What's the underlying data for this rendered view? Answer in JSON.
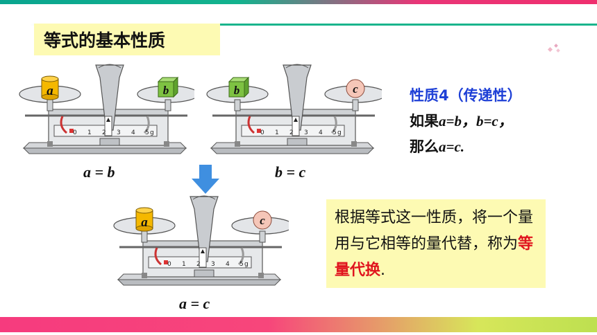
{
  "title": "等式的基本性质",
  "scales": [
    {
      "left_label": "a",
      "right_label": "b",
      "caption": "a = b"
    },
    {
      "left_label": "b",
      "right_label": "c",
      "caption": "b = c"
    },
    {
      "left_label": "a",
      "right_label": "c",
      "caption": "a = c"
    }
  ],
  "ruler_ticks": [
    "0",
    "1",
    "2",
    "3",
    "4",
    "5",
    "g"
  ],
  "property": {
    "title": "性质4（传递性）",
    "line1_prefix": "如果",
    "line1_math": "a=b，b=c，",
    "line2_prefix": "那么",
    "line2_math": "a=c."
  },
  "note": {
    "text_before": "根据等式这一性质，将一个量用与它相等的量代替，称为",
    "highlight": "等量代换",
    "text_after": "."
  },
  "colors": {
    "title_bg": "#fdfab3",
    "property_title": "#1d3fd6",
    "highlight": "#e0141e",
    "arrow": "#3f8fe0",
    "cylinder": "#f5b800",
    "cube": "#7ec242",
    "ball": "#f5c6b8"
  }
}
